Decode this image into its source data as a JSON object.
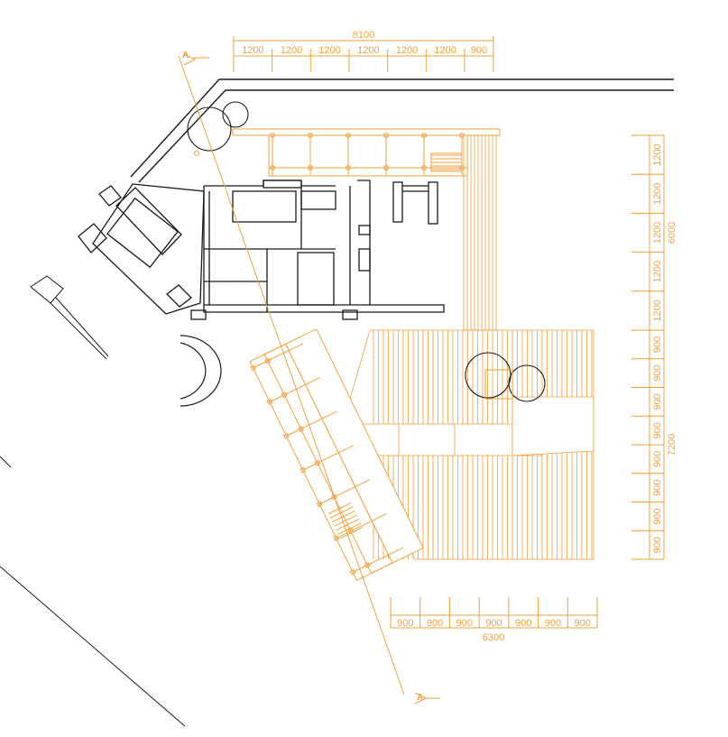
{
  "top_dimension": {
    "total": "8100",
    "segments": [
      "1200",
      "1200",
      "1200",
      "1200",
      "1200",
      "1200",
      "900"
    ]
  },
  "right_dimension_upper": {
    "total": "6000",
    "segments": [
      "1200",
      "1200",
      "1200",
      "1200",
      "1200"
    ]
  },
  "right_dimension_lower": {
    "total": "7200",
    "segments": [
      "900",
      "900",
      "900",
      "900",
      "900",
      "900",
      "900",
      "900"
    ]
  },
  "bottom_dimension": {
    "total": "6300",
    "segments": [
      "900",
      "900",
      "900",
      "900",
      "900",
      "900",
      "900"
    ]
  },
  "section_cut": {
    "start_label": "A",
    "end_label": "A"
  },
  "colors": {
    "line_black": "#1a1a1a",
    "line_orange": "#f2a03d",
    "background": "#ffffff"
  }
}
